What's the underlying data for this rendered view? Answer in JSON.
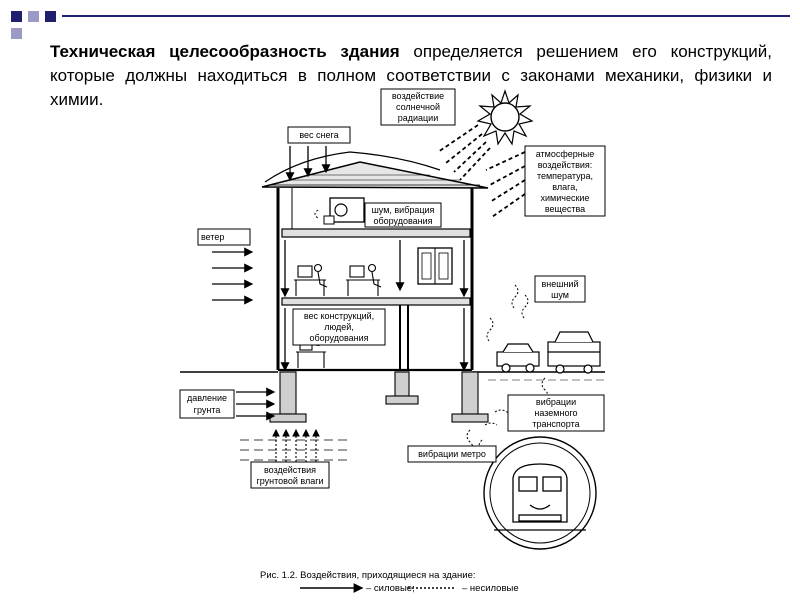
{
  "intro": {
    "bold": "Техническая целесообразность здания",
    "rest": " определяется решением его конструкций, которые должны находиться в полном соответствии с законами механики, физики и химии."
  },
  "labels": {
    "solar": [
      "воздействие",
      "солнечной",
      "радиации"
    ],
    "snow": "вес снега",
    "atmos": [
      "атмосферные",
      "воздействия:",
      "температура,",
      "влага,",
      "химические",
      "вещества"
    ],
    "noise_equipment": [
      "шум, вибрация",
      "оборудования"
    ],
    "wind": "ветер",
    "external_noise": [
      "внешний",
      "шум"
    ],
    "weight": [
      "вес конструкций,",
      "людей,",
      "оборудования"
    ],
    "soil_pressure": [
      "давление",
      "грунта"
    ],
    "ground_transport": [
      "вибрации",
      "наземного",
      "транспорта"
    ],
    "metro": "вибрации метро",
    "groundwater": [
      "воздействия",
      "грунтовой влаги"
    ]
  },
  "caption": {
    "title": "Рис. 1.2. Воздействия, приходящиеся на здание:",
    "force": "– силовые;",
    "nonforce": "– несиловые"
  },
  "colors": {
    "accent_dark": "#1f1f6e",
    "accent_light": "#9a9ac4",
    "line": "#000000"
  }
}
